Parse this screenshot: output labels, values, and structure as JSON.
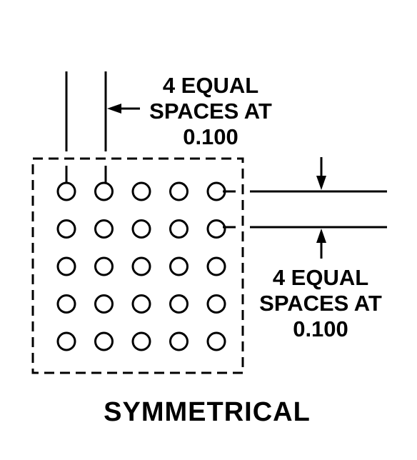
{
  "diagram": {
    "grid": {
      "rows": 5,
      "cols": 5
    },
    "top_dimension": {
      "lines": [
        "4 EQUAL",
        "SPACES AT",
        "0.100"
      ]
    },
    "side_dimension": {
      "lines": [
        "4 EQUAL",
        "SPACES AT",
        "0.100"
      ]
    },
    "caption": "SYMMETRICAL"
  }
}
